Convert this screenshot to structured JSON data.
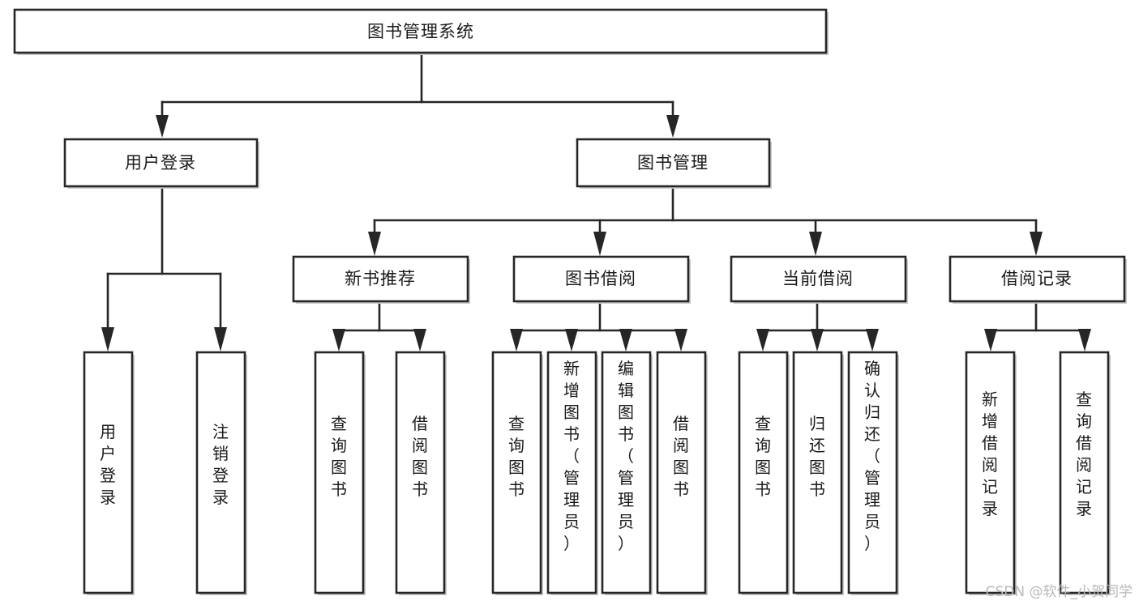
{
  "diagram": {
    "type": "tree-hierarchy",
    "title": "图书管理系统",
    "watermark": "CSDN @软件_小贺同学",
    "colors": {
      "stroke": "#262626",
      "text": "#1a1a1a",
      "background": "#ffffff",
      "shadow": "#c9c9c9",
      "watermark": "#b8b8b8"
    },
    "levels": {
      "root": {
        "label": "图书管理系统"
      },
      "level1": [
        {
          "id": "user-login",
          "label": "用户登录"
        },
        {
          "id": "book-manage",
          "label": "图书管理"
        }
      ],
      "level2": [
        {
          "id": "new-book-recommend",
          "label": "新书推荐",
          "parent": "book-manage"
        },
        {
          "id": "book-borrow",
          "label": "图书借阅",
          "parent": "book-manage"
        },
        {
          "id": "current-borrow",
          "label": "当前借阅",
          "parent": "book-manage"
        },
        {
          "id": "borrow-record",
          "label": "借阅记录",
          "parent": "book-manage"
        }
      ],
      "leaves": {
        "user-login": [
          {
            "id": "leaf-user-login",
            "label": "用户登录"
          },
          {
            "id": "leaf-user-logout",
            "label": "注销登录"
          }
        ],
        "new-book-recommend": [
          {
            "id": "leaf-query-book-1",
            "label": "查询图书"
          },
          {
            "id": "leaf-borrow-book-1",
            "label": "借阅图书"
          }
        ],
        "book-borrow": [
          {
            "id": "leaf-query-book-2",
            "label": "查询图书"
          },
          {
            "id": "leaf-add-book",
            "label": "新增图书（管理员）"
          },
          {
            "id": "leaf-edit-book",
            "label": "编辑图书（管理员）"
          },
          {
            "id": "leaf-borrow-book-2",
            "label": "借阅图书"
          }
        ],
        "current-borrow": [
          {
            "id": "leaf-query-book-3",
            "label": "查询图书"
          },
          {
            "id": "leaf-return-book",
            "label": "归还图书"
          },
          {
            "id": "leaf-confirm-return",
            "label": "确认归还（管理员）"
          }
        ],
        "borrow-record": [
          {
            "id": "leaf-add-record",
            "label": "新增借阅记录"
          },
          {
            "id": "leaf-query-record",
            "label": "查询借阅记录"
          }
        ]
      }
    }
  }
}
